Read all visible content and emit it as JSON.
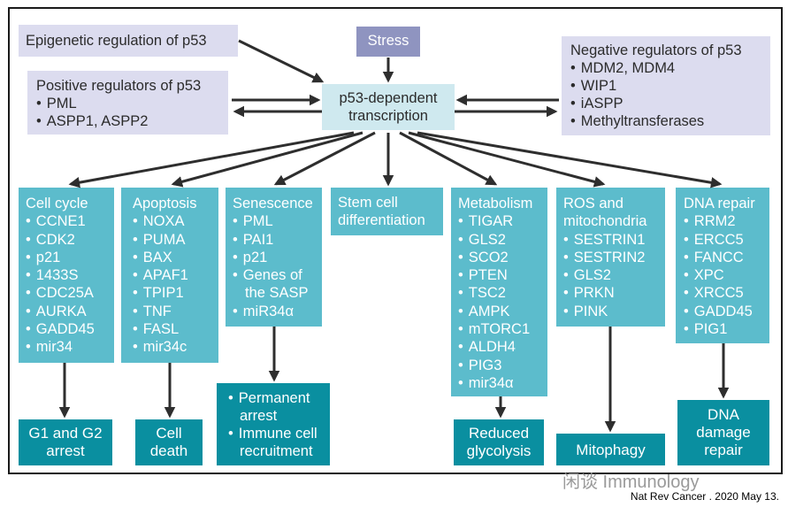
{
  "diagram": {
    "stress": "Stress",
    "center": "p53-dependent transcription",
    "epigenetic": "Epigenetic regulation of p53",
    "positive": {
      "title": "Positive regulators of p53",
      "items": [
        "PML",
        "ASPP1, ASPP2"
      ]
    },
    "negative": {
      "title": "Negative regulators of p53",
      "items": [
        "MDM2, MDM4",
        "WIP1",
        "iASPP",
        "Methyltransferases"
      ]
    },
    "categories": [
      {
        "title": "Cell cycle",
        "items": [
          "CCNE1",
          "CDK2",
          "p21",
          "1433S",
          "CDC25A",
          "AURKA",
          "GADD45",
          "mir34"
        ]
      },
      {
        "title": "Apoptosis",
        "items": [
          "NOXA",
          "PUMA",
          "BAX",
          "APAF1",
          "TPIP1",
          "TNF",
          "FASL",
          "mir34c"
        ]
      },
      {
        "title": "Senescence",
        "items": [
          "PML",
          "PAI1",
          "p21",
          "Genes of the SASP",
          "miR34α"
        ]
      },
      {
        "title": "Stem cell differentiation",
        "items": []
      },
      {
        "title": "Metabolism",
        "items": [
          "TIGAR",
          "GLS2",
          "SCO2",
          "PTEN",
          "TSC2",
          "AMPK",
          "mTORC1",
          "ALDH4",
          "PIG3",
          "mir34α"
        ]
      },
      {
        "title": "ROS and mitochondria",
        "items": [
          "SESTRIN1",
          "SESTRIN2",
          "GLS2",
          "PRKN",
          "PINK"
        ]
      },
      {
        "title": "DNA repair",
        "items": [
          "RRM2",
          "ERCC5",
          "FANCC",
          "XPC",
          "XRCC5",
          "GADD45",
          "PIG1"
        ]
      }
    ],
    "outcomes": {
      "cell_cycle": "G1 and G2 arrest",
      "apoptosis": "Cell death",
      "senescence": [
        "Permanent arrest",
        "Immune cell recruitment"
      ],
      "metabolism": "Reduced glycolysis",
      "ros": "Mitophagy",
      "dna_repair": "DNA damage repair"
    }
  },
  "credit": "Nat Rev Cancer . 2020 May 13.",
  "watermark": "闲谈 Immunology",
  "colors": {
    "lavender": "#dcdcef",
    "slate": "#8f94c0",
    "center": "#cfe9ef",
    "teal": "#5cbccc",
    "dark_teal": "#0a8fa0"
  }
}
